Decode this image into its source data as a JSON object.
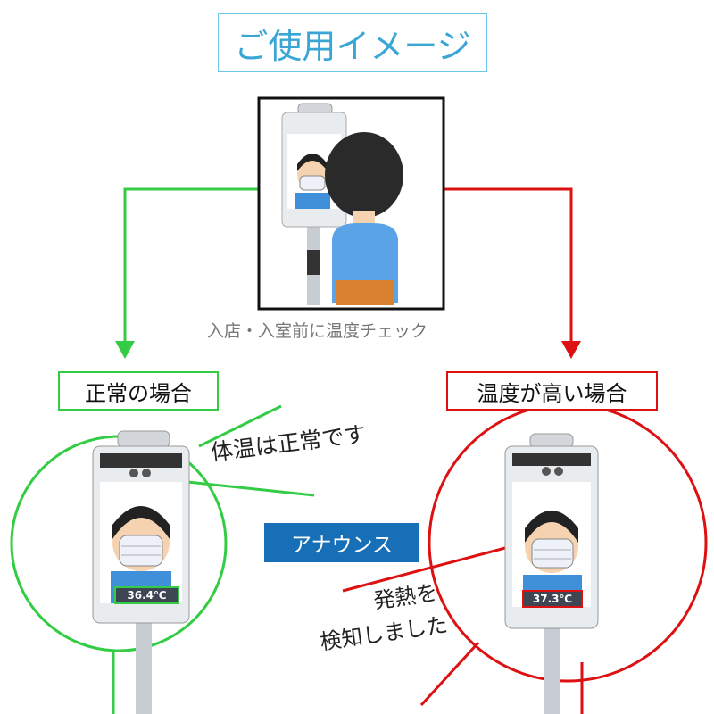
{
  "title": "ご使用イメージ",
  "caption": "入店・入室前に温度チェック",
  "cases": {
    "normal": {
      "label": "正常の場合",
      "speech": "体温は正常です",
      "temperature": "36.4℃",
      "color": "#33cc44"
    },
    "high": {
      "label": "温度が高い場合",
      "speech_line1": "発熱を",
      "speech_line2": "検知しました",
      "temperature": "37.3℃",
      "color": "#dd1111"
    }
  },
  "announce": "アナウンス",
  "colors": {
    "title": "#3aa6d6",
    "announce_bg": "#176fb8"
  }
}
